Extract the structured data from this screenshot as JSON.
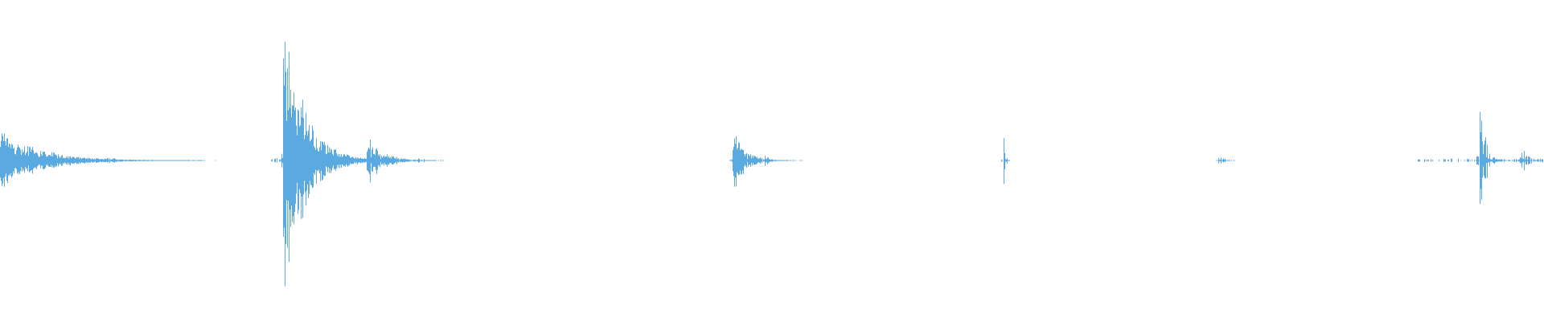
{
  "waveform": {
    "color": "#5aa9e0",
    "background": "#ffffff",
    "baseline": 0.5,
    "events": [
      {
        "t": 0.0,
        "amp": 0.09,
        "decay": 0.025,
        "density": 1.0
      },
      {
        "t": 0.183,
        "amp": 0.46,
        "decay": 0.013,
        "density": 1.0
      },
      {
        "t": 0.21,
        "amp": 0.03,
        "decay": 0.004,
        "density": 0.6
      },
      {
        "t": 0.237,
        "amp": 0.09,
        "decay": 0.009,
        "density": 0.9
      },
      {
        "t": 0.474,
        "amp": 0.1,
        "decay": 0.008,
        "density": 0.9
      },
      {
        "t": 0.495,
        "amp": 0.02,
        "decay": 0.003,
        "density": 0.5
      },
      {
        "t": 0.65,
        "amp": 0.08,
        "decay": 0.001,
        "density": 0.4
      },
      {
        "t": 0.789,
        "amp": 0.02,
        "decay": 0.003,
        "density": 0.5
      },
      {
        "t": 0.958,
        "amp": 0.28,
        "decay": 0.003,
        "density": 0.6
      },
      {
        "t": 0.984,
        "amp": 0.06,
        "decay": 0.004,
        "density": 0.6
      }
    ],
    "noise_regions": [
      {
        "from": 0.0,
        "to": 0.075,
        "amp": 0.006
      },
      {
        "from": 0.175,
        "to": 0.275,
        "amp": 0.005
      },
      {
        "from": 0.474,
        "to": 0.5,
        "amp": 0.004
      },
      {
        "from": 0.918,
        "to": 1.0,
        "amp": 0.004
      }
    ]
  }
}
